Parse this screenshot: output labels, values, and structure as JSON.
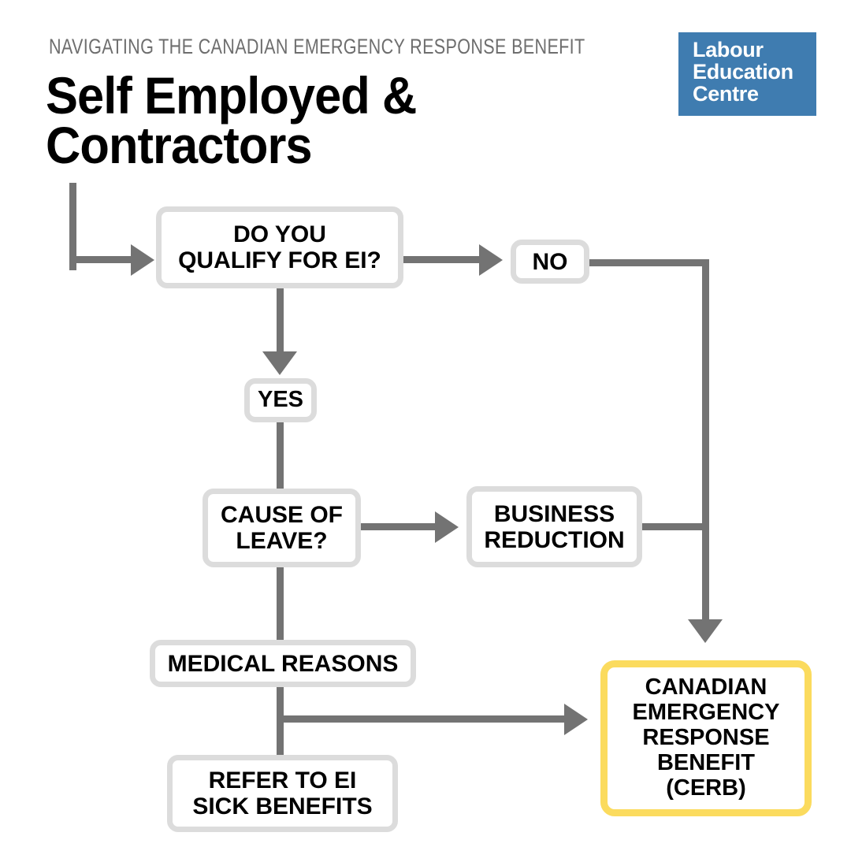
{
  "header": {
    "eyebrow": "NAVIGATING THE CANADIAN EMERGENCY RESPONSE BENEFIT",
    "title_line1": "Self Employed &",
    "title_line2": "Contractors"
  },
  "logo": {
    "line1": "Labour",
    "line2": "Education",
    "line3": "Centre",
    "background_color": "#3f7cb0",
    "text_color": "#ffffff"
  },
  "colors": {
    "connector": "#737373",
    "node_border": "#dcdcdc",
    "accent_border": "#fbdb5e",
    "eyebrow_text": "#6e6e6e",
    "title_text": "#000000"
  },
  "flow": {
    "nodes": [
      {
        "id": "qualify-ei",
        "line1": "DO YOU",
        "line2": "QUALIFY FOR EI?"
      },
      {
        "id": "no",
        "line1": "NO"
      },
      {
        "id": "yes",
        "line1": "YES"
      },
      {
        "id": "cause-of-leave",
        "line1": "CAUSE OF",
        "line2": "LEAVE?"
      },
      {
        "id": "business-reduction",
        "line1": "BUSINESS",
        "line2": "REDUCTION"
      },
      {
        "id": "medical-reasons",
        "line1": "MEDICAL REASONS"
      },
      {
        "id": "refer-ei-sick",
        "line1": "REFER TO EI",
        "line2": "SICK BENEFITS"
      },
      {
        "id": "cerb",
        "line1": "CANADIAN",
        "line2": "EMERGENCY",
        "line3": "RESPONSE",
        "line4": "BENEFIT",
        "line5": "(CERB)"
      }
    ]
  }
}
